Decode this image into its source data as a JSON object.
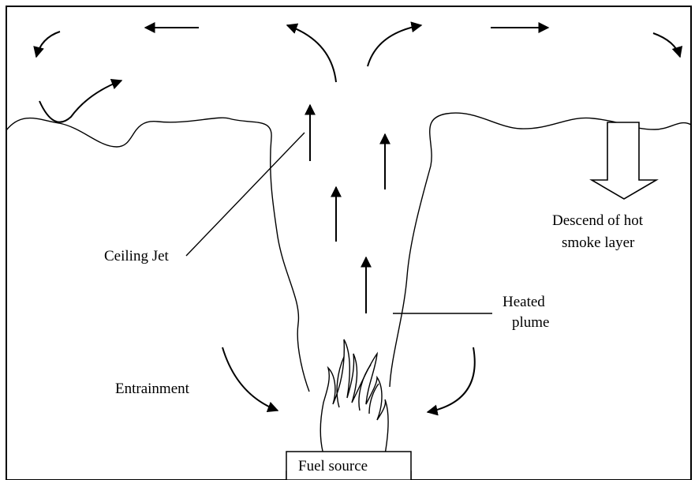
{
  "labels": {
    "ceiling_jet": "Ceiling Jet",
    "heated_plume_line1": "Heated",
    "heated_plume_line2": "plume",
    "entrainment": "Entrainment",
    "descend_line1": "Descend of hot",
    "descend_line2": "smoke layer",
    "fuel_source": "Fuel source"
  },
  "colors": {
    "ink": "#000000",
    "background": "#ffffff"
  }
}
